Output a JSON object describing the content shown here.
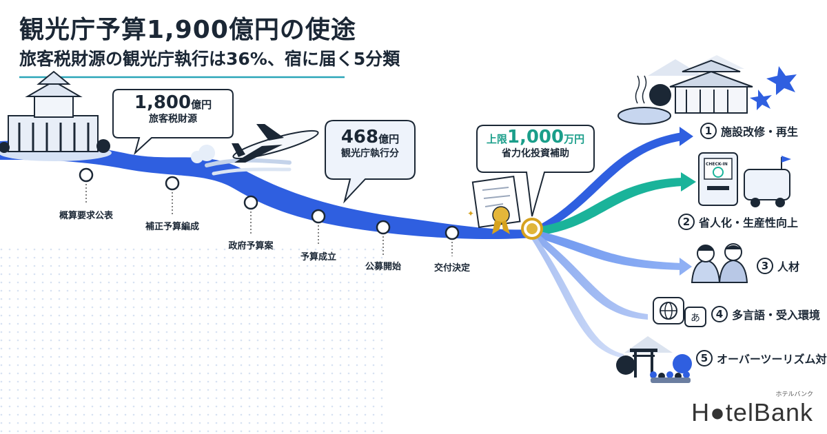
{
  "title": "観光庁予算1,900億円の使途",
  "subtitle": "旅客税財源の観光庁執行は36%、宿に届く5分類",
  "budget_callout": {
    "amount": "1,800",
    "unit": "億円",
    "label": "旅客税財源"
  },
  "exec_callout": {
    "amount": "468",
    "unit": "億円",
    "label": "観光庁執行分"
  },
  "cap_callout": {
    "prefix": "上限",
    "amount": "1,000",
    "unit": "万円",
    "label": "省力化投資補助"
  },
  "timeline": [
    "概算要求公表",
    "補正予算編成",
    "政府予算案",
    "予算成立",
    "公募開始",
    "交付決定"
  ],
  "categories": [
    {
      "num": "1",
      "label": "施設改修・再生"
    },
    {
      "num": "2",
      "label": "省人化・生産性向上"
    },
    {
      "num": "3",
      "label": "人材"
    },
    {
      "num": "4",
      "label": "多言語・受入環境"
    },
    {
      "num": "5",
      "label": "オーバーツーリズム対策"
    }
  ],
  "icon_texts": {
    "kiosk": "CHECK-IN",
    "bubble_char": "あ"
  },
  "colors": {
    "flow_blue": "#2f5fe0",
    "teal": "#1ab39a",
    "gold": "#d6a21e",
    "title": "#1b2735"
  },
  "logo": {
    "text": "H●telBank",
    "kana": "ホテルバンク"
  }
}
